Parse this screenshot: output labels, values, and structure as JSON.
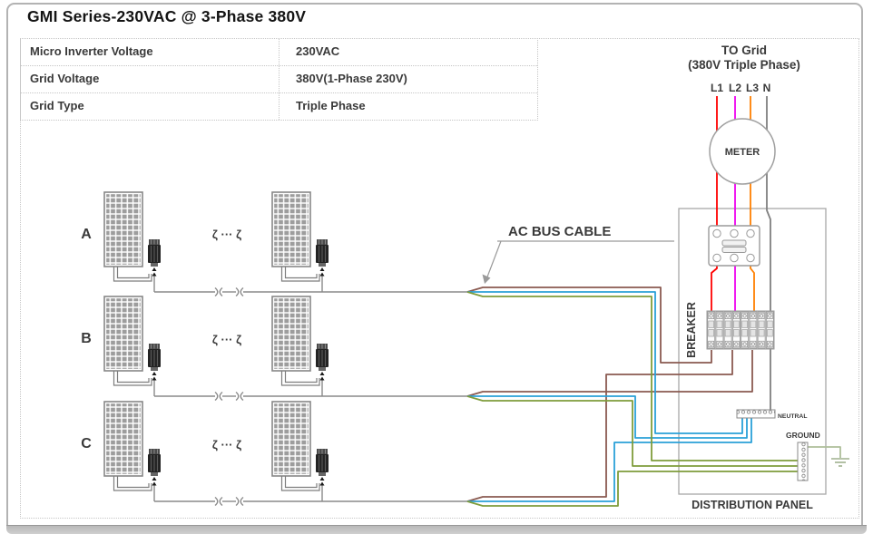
{
  "title": "GMI Series-230VAC @ 3-Phase 380V",
  "spec_table": {
    "rows": [
      {
        "label": "Micro Inverter Voltage",
        "value": "230VAC"
      },
      {
        "label": "Grid  Voltage",
        "value": "380V(1-Phase 230V)"
      },
      {
        "label": "Grid Type",
        "value": "Triple Phase"
      }
    ]
  },
  "diagram": {
    "branch_labels": [
      "A",
      "B",
      "C"
    ],
    "continuation_symbol": "ζ ··· ζ",
    "ac_bus_cable_label": "AC BUS CABLE",
    "grid": {
      "line1": "TO Grid",
      "line2": "(380V Triple Phase)",
      "phases": [
        "L1",
        "L2",
        "L3",
        "N"
      ]
    },
    "meter_label": "METER",
    "breaker_label": "BREAKER",
    "neutral_label": "NEUTRAL",
    "ground_label": "GROUND",
    "panel_label": "DISTRIBUTION PANEL",
    "wire_colors": {
      "l1_red": "#ff0000",
      "l2_magenta": "#ee00ee",
      "l3_orange": "#ff8000",
      "n_gray": "#808080",
      "phase_brown": "#8a5a50",
      "neutral_blue": "#2aa0d8",
      "ground_green": "#7f9c3b",
      "ground_lead_pale": "#aebf9a"
    }
  }
}
